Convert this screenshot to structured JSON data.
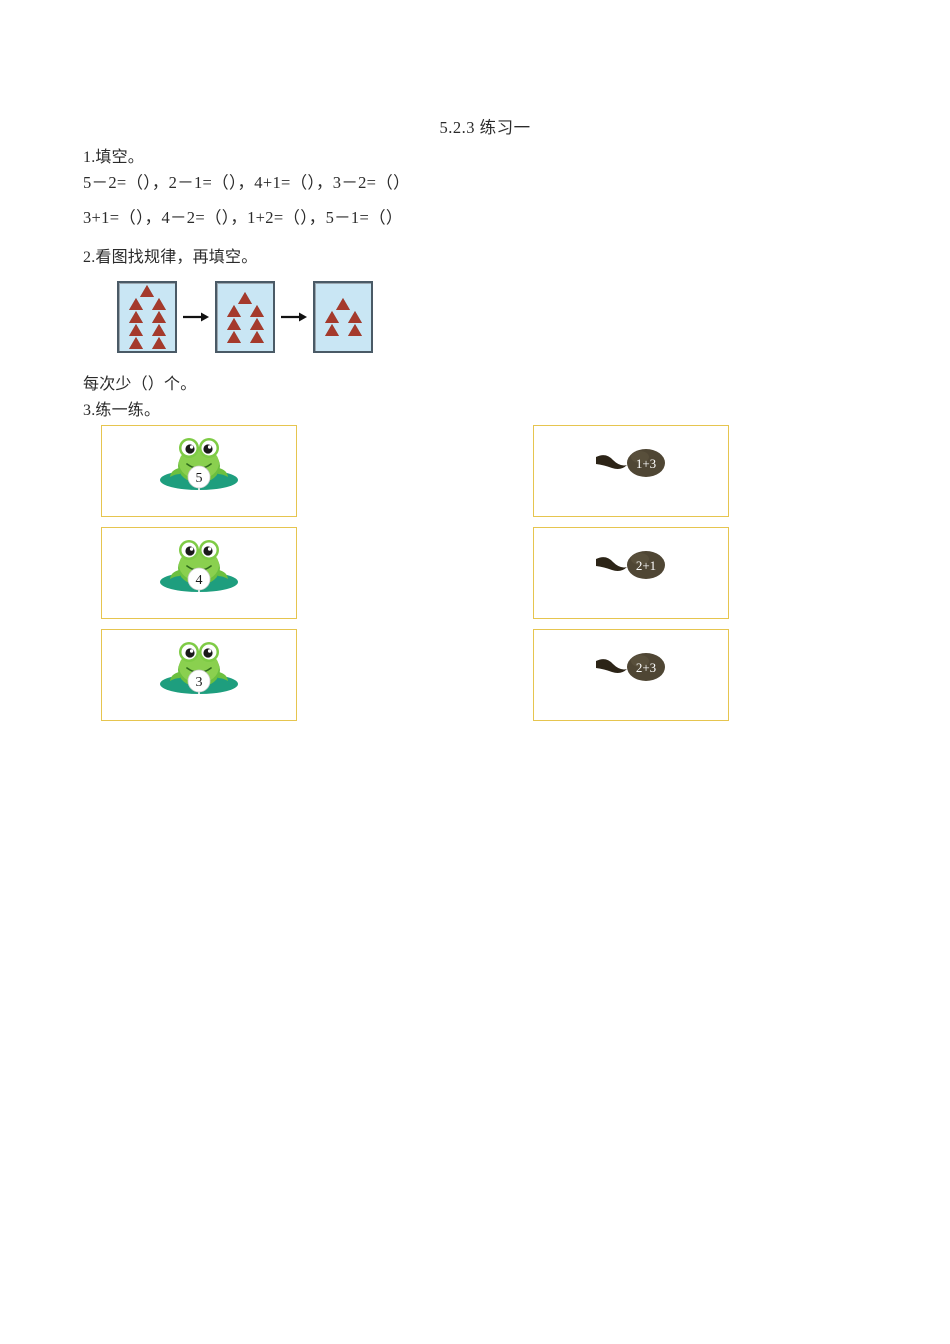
{
  "document": {
    "title": "5.2.3 练习一"
  },
  "sections": {
    "q1": {
      "heading": "1.填空。",
      "rows": [
        "5－2=（），2－1=（），4+1=（），3－2=（）",
        "3+1=（），4－2=（），1+2=（），5－1=（）"
      ]
    },
    "q2": {
      "heading": "2.看图找规律，再填空。",
      "answer_line": "每次少（）个。",
      "cards": [
        {
          "name": "pattern-card-1",
          "count": 9,
          "rows": [
            1,
            2,
            2,
            2,
            2
          ]
        },
        {
          "name": "pattern-card-2",
          "count": 7,
          "rows": [
            1,
            2,
            2,
            2
          ]
        },
        {
          "name": "pattern-card-3",
          "count": 5,
          "rows": [
            1,
            2,
            2
          ]
        }
      ],
      "arrow": "right-arrow"
    },
    "q3": {
      "heading": "3.练一练。",
      "frog_cards": [
        {
          "label": "5",
          "art": "frog-on-lilypad"
        },
        {
          "label": "4",
          "art": "frog-on-lilypad"
        },
        {
          "label": "3",
          "art": "frog-on-lilypad"
        }
      ],
      "tadpole_cards": [
        {
          "label": "1+3",
          "art": "tadpole"
        },
        {
          "label": "2+1",
          "art": "tadpole"
        },
        {
          "label": "2+3",
          "art": "tadpole"
        }
      ]
    }
  },
  "colors": {
    "card_border": "#e6c54f",
    "triangle": "#a53a2c",
    "triangle_card_bg": "#c9e6f4",
    "triangle_card_border": "#4a5a66",
    "frog_body": "#5cb83c",
    "lilypad": "#1e9e7e",
    "tadpole_body": "#4f4634",
    "text": "#2b2b2b"
  }
}
